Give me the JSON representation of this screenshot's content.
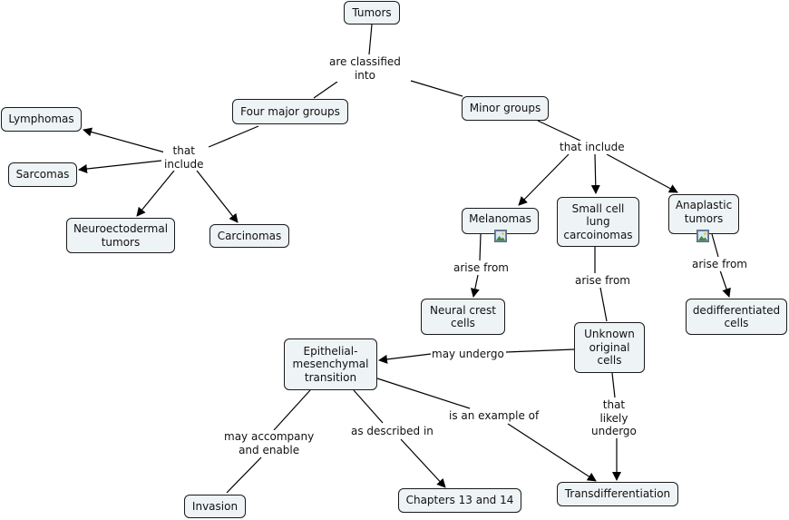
{
  "colors": {
    "node_fill": "#eef3f5",
    "node_border": "#1a1a1a",
    "line": "#000000"
  },
  "nodes": {
    "tumors": "Tumors",
    "four_major_groups": "Four major groups",
    "minor_groups": "Minor groups",
    "lymphomas": "Lymphomas",
    "sarcomas": "Sarcomas",
    "neuroectodermal_tumors": "Neuroectodermal\ntumors",
    "carcinomas": "Carcinomas",
    "melanomas": "Melanomas",
    "small_cell_lung": "Small cell\nlung\ncarcoinomas",
    "anaplastic_tumors": "Anaplastic\ntumors",
    "neural_crest_cells": "Neural crest\ncells",
    "dedifferentiated_cells": "dedifferentiated\ncells",
    "unknown_original_cells": "Unknown\noriginal\ncells",
    "emt": "Epithelial-\nmesenchymal\ntransition",
    "invasion": "Invasion",
    "chapters": "Chapters 13 and 14",
    "transdifferentiation": "Transdifferentiation"
  },
  "link_labels": {
    "are_classified_into": "are classified\ninto",
    "that_include_left": "that\ninclude",
    "that_include_right": "that include",
    "arise_from_melanomas": "arise from",
    "arise_from_small_cell": "arise from",
    "arise_from_anaplastic": "arise from",
    "may_undergo": "may undergo",
    "that_likely_undergo": "that\nlikely\nundergo",
    "may_accompany_and_enable": "may accompany\nand enable",
    "as_described_in": "as described in",
    "is_an_example_of": "is an example of"
  },
  "icons": {
    "melanomas_attachment": "image-icon",
    "anaplastic_attachment": "image-icon"
  }
}
